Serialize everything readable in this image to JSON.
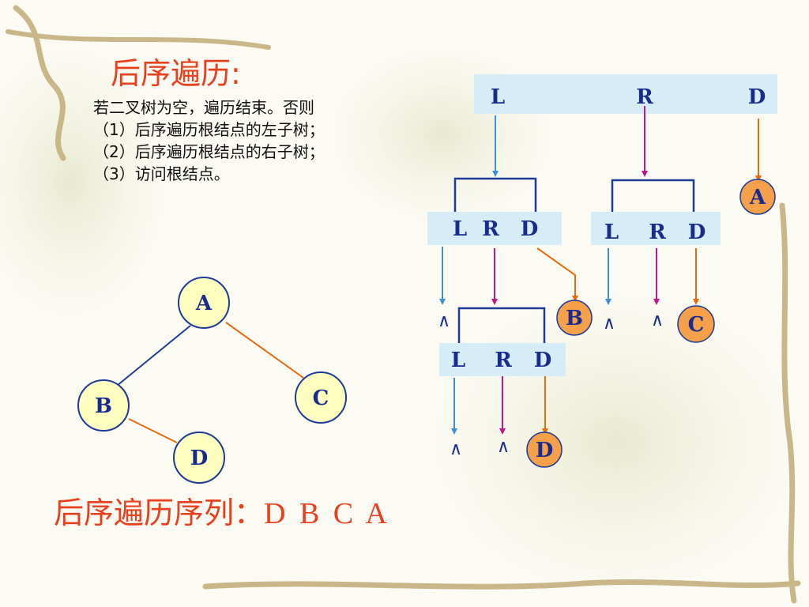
{
  "title": "后序遍历:",
  "rules": [
    "若二叉树为空，遍历结束。否则",
    "（1）后序遍历根结点的左子树；",
    "（2）后序遍历根结点的右子树；",
    "（3）访问根结点。"
  ],
  "result": {
    "label": "后序遍历序列：",
    "sequence": "D  B  C  A"
  },
  "tree": {
    "nodes": [
      "A",
      "B",
      "C",
      "D"
    ]
  },
  "trace": {
    "field_l": "L",
    "field_r": "R",
    "field_d": "D",
    "null_mark": "∧",
    "visited": [
      "B",
      "A",
      "C",
      "D"
    ]
  },
  "colors": {
    "title_red": "#e8401c",
    "node_fill": "#ffffc0",
    "node_stroke": "#1f3b9a",
    "label_blue": "#1a2b8f",
    "record_fill": "#d6ecf7",
    "arrow_blue": "#3d8fd8",
    "arrow_magenta": "#c0168a",
    "arrow_orange": "#e86a10",
    "visit_fill": "#f6a04a"
  }
}
